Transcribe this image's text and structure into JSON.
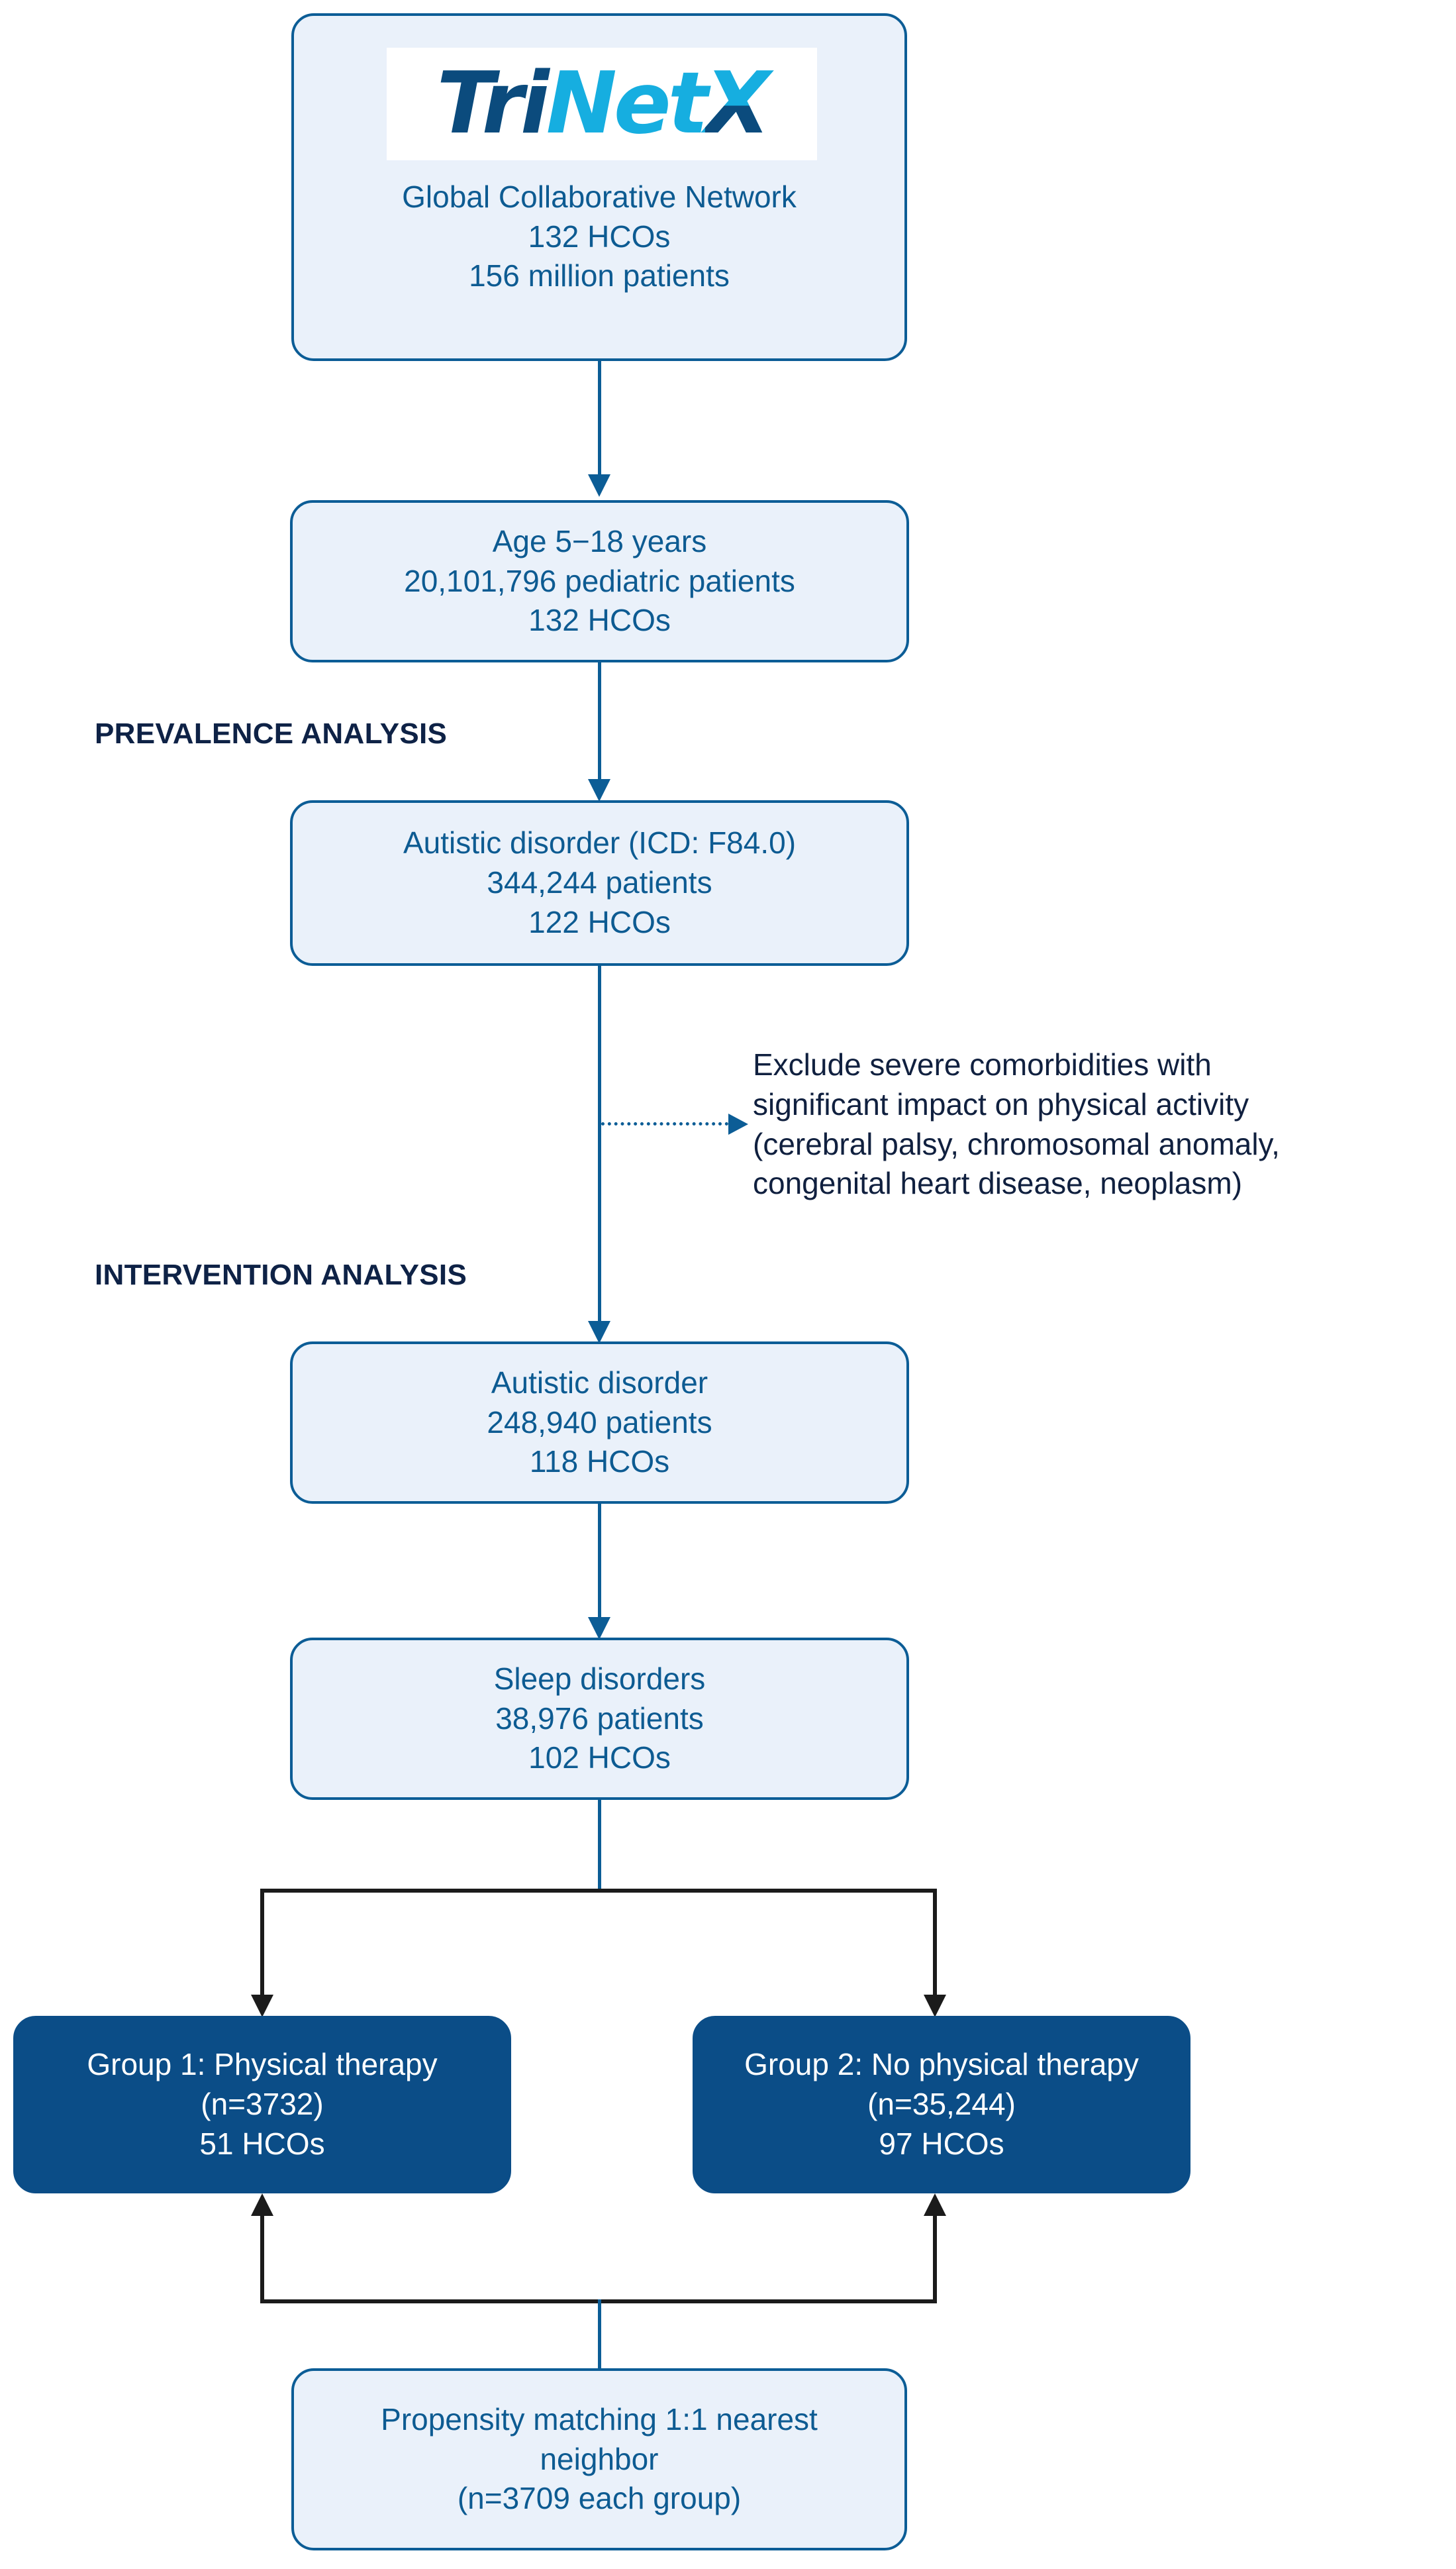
{
  "diagram": {
    "title": "Study cohort selection flow diagram",
    "colors": {
      "box_fill_light": "#eaf1fa",
      "box_border": "#0c5d96",
      "box_text_light": "#0d5b92",
      "box_fill_dark": "#0b4d87",
      "box_text_dark": "#ffffff",
      "connector_blue": "#0c5d96",
      "connector_black": "#1b1b1b",
      "label_text": "#0e2246",
      "annotation_text": "#10203f",
      "logo_dark_blue": "#0b4b7d",
      "logo_light_blue": "#16aee0"
    },
    "logo": {
      "name": "trinetx-logo",
      "part_1": "Tri",
      "part_2": "Net",
      "part_3": "X"
    },
    "nodes": [
      {
        "id": "source-network",
        "lines": [
          "Global Collaborative Network",
          "132 HCOs",
          "156 million patients"
        ]
      },
      {
        "id": "age-filter",
        "lines": [
          "Age 5−18 years",
          "20,101,796 pediatric patients",
          "132 HCOs"
        ]
      },
      {
        "id": "autistic-disorder-prevalence",
        "lines": [
          "Autistic disorder (ICD: F84.0)",
          "344,244 patients",
          "122 HCOs"
        ]
      },
      {
        "id": "autistic-disorder-intervention",
        "lines": [
          "Autistic disorder",
          "248,940 patients",
          "118 HCOs"
        ]
      },
      {
        "id": "sleep-disorders",
        "lines": [
          "Sleep disorders",
          "38,976 patients",
          "102 HCOs"
        ]
      },
      {
        "id": "group-1",
        "lines": [
          "Group 1: Physical therapy (n=3732)",
          "51 HCOs"
        ]
      },
      {
        "id": "group-2",
        "lines": [
          "Group 2: No physical therapy (n=35,244)",
          "97 HCOs"
        ]
      },
      {
        "id": "propensity-matching",
        "lines": [
          "Propensity matching 1:1 nearest neighbor",
          "(n=3709 each group)"
        ]
      }
    ],
    "section_labels": [
      {
        "id": "prevalence-analysis",
        "text": "PREVALENCE ANALYSIS"
      },
      {
        "id": "intervention-analysis",
        "text": "INTERVENTION ANALYSIS"
      }
    ],
    "exclusion_note": {
      "id": "exclusion-criteria",
      "lines": [
        "Exclude severe comorbidities with",
        "significant impact on physical activity",
        "(cerebral palsy, chromosomal anomaly,",
        "congenital heart disease, neoplasm)"
      ]
    }
  }
}
